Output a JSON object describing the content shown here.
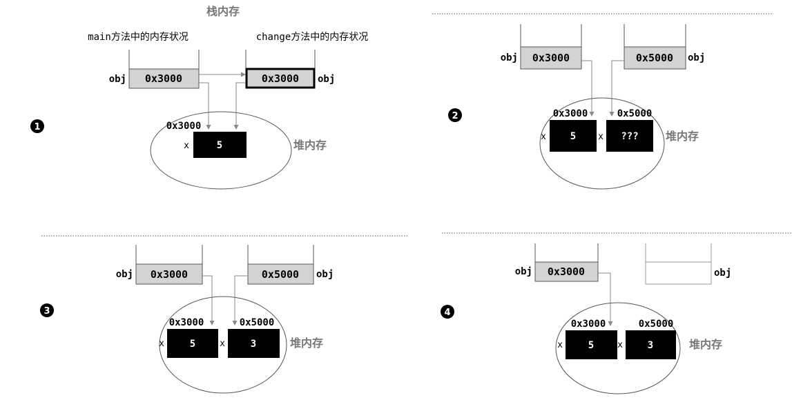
{
  "title": "栈内存",
  "heap_label": "堆内存",
  "column_labels": {
    "main": "main方法中的内存状况",
    "change": "change方法中的内存状况"
  },
  "var_obj": "obj",
  "var_x": "x",
  "steps": [
    {
      "number": "1",
      "main_ref": "0x3000",
      "change_ref": "0x3000",
      "heap_addresses": [
        "0x3000"
      ],
      "heap_values": [
        "5"
      ]
    },
    {
      "number": "2",
      "main_ref": "0x3000",
      "change_ref": "0x5000",
      "heap_addresses": [
        "0x3000",
        "0x5000"
      ],
      "heap_values": [
        "5",
        "???"
      ]
    },
    {
      "number": "3",
      "main_ref": "0x3000",
      "change_ref": "0x5000",
      "heap_addresses": [
        "0x3000",
        "0x5000"
      ],
      "heap_values": [
        "5",
        "3"
      ]
    },
    {
      "number": "4",
      "main_ref": "0x3000",
      "change_ref": "",
      "heap_addresses": [
        "0x3000",
        "0x5000"
      ],
      "heap_values": [
        "5",
        "3"
      ]
    }
  ],
  "colors": {
    "ref_box": "#d3d3d3",
    "heap_box": "#000000",
    "line": "#888888"
  }
}
